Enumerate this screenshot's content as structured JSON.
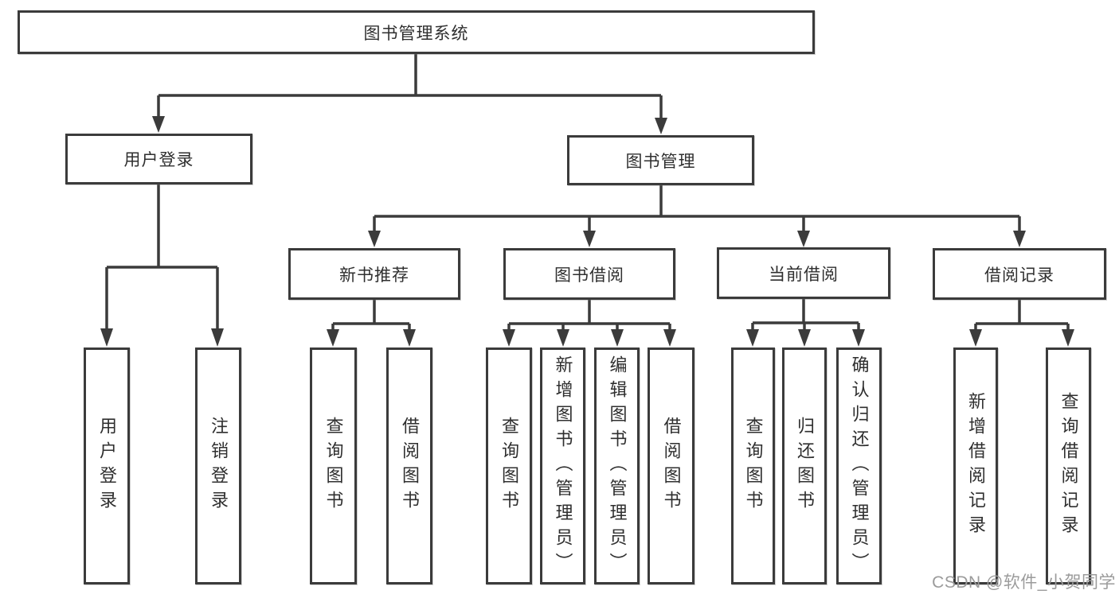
{
  "diagram": {
    "title": "图书管理系统",
    "branches": [
      {
        "label": "用户登录",
        "children": [
          {
            "label": "用户登录"
          },
          {
            "label": "注销登录"
          }
        ]
      },
      {
        "label": "图书管理",
        "children": [
          {
            "label": "新书推荐",
            "children": [
              {
                "label": "查询图书"
              },
              {
                "label": "借阅图书"
              }
            ]
          },
          {
            "label": "图书借阅",
            "children": [
              {
                "label": "查询图书"
              },
              {
                "label": "新增图书（管理员）"
              },
              {
                "label": "编辑图书（管理员）"
              },
              {
                "label": "借阅图书"
              }
            ]
          },
          {
            "label": "当前借阅",
            "children": [
              {
                "label": "查询图书"
              },
              {
                "label": "归还图书"
              },
              {
                "label": "确认归还（管理员）"
              }
            ]
          },
          {
            "label": "借阅记录",
            "children": [
              {
                "label": "新增借阅记录"
              },
              {
                "label": "查询借阅记录"
              }
            ]
          }
        ]
      }
    ]
  },
  "watermark": {
    "text": "CSDN @软件_小贺同学"
  },
  "colors": {
    "line": "#3b3b3b",
    "box_border": "#3b3b3b",
    "box_background": "#ffffff",
    "text": "#2f2f2f",
    "watermark": "#9b9b9b",
    "background": "#ffffff"
  }
}
